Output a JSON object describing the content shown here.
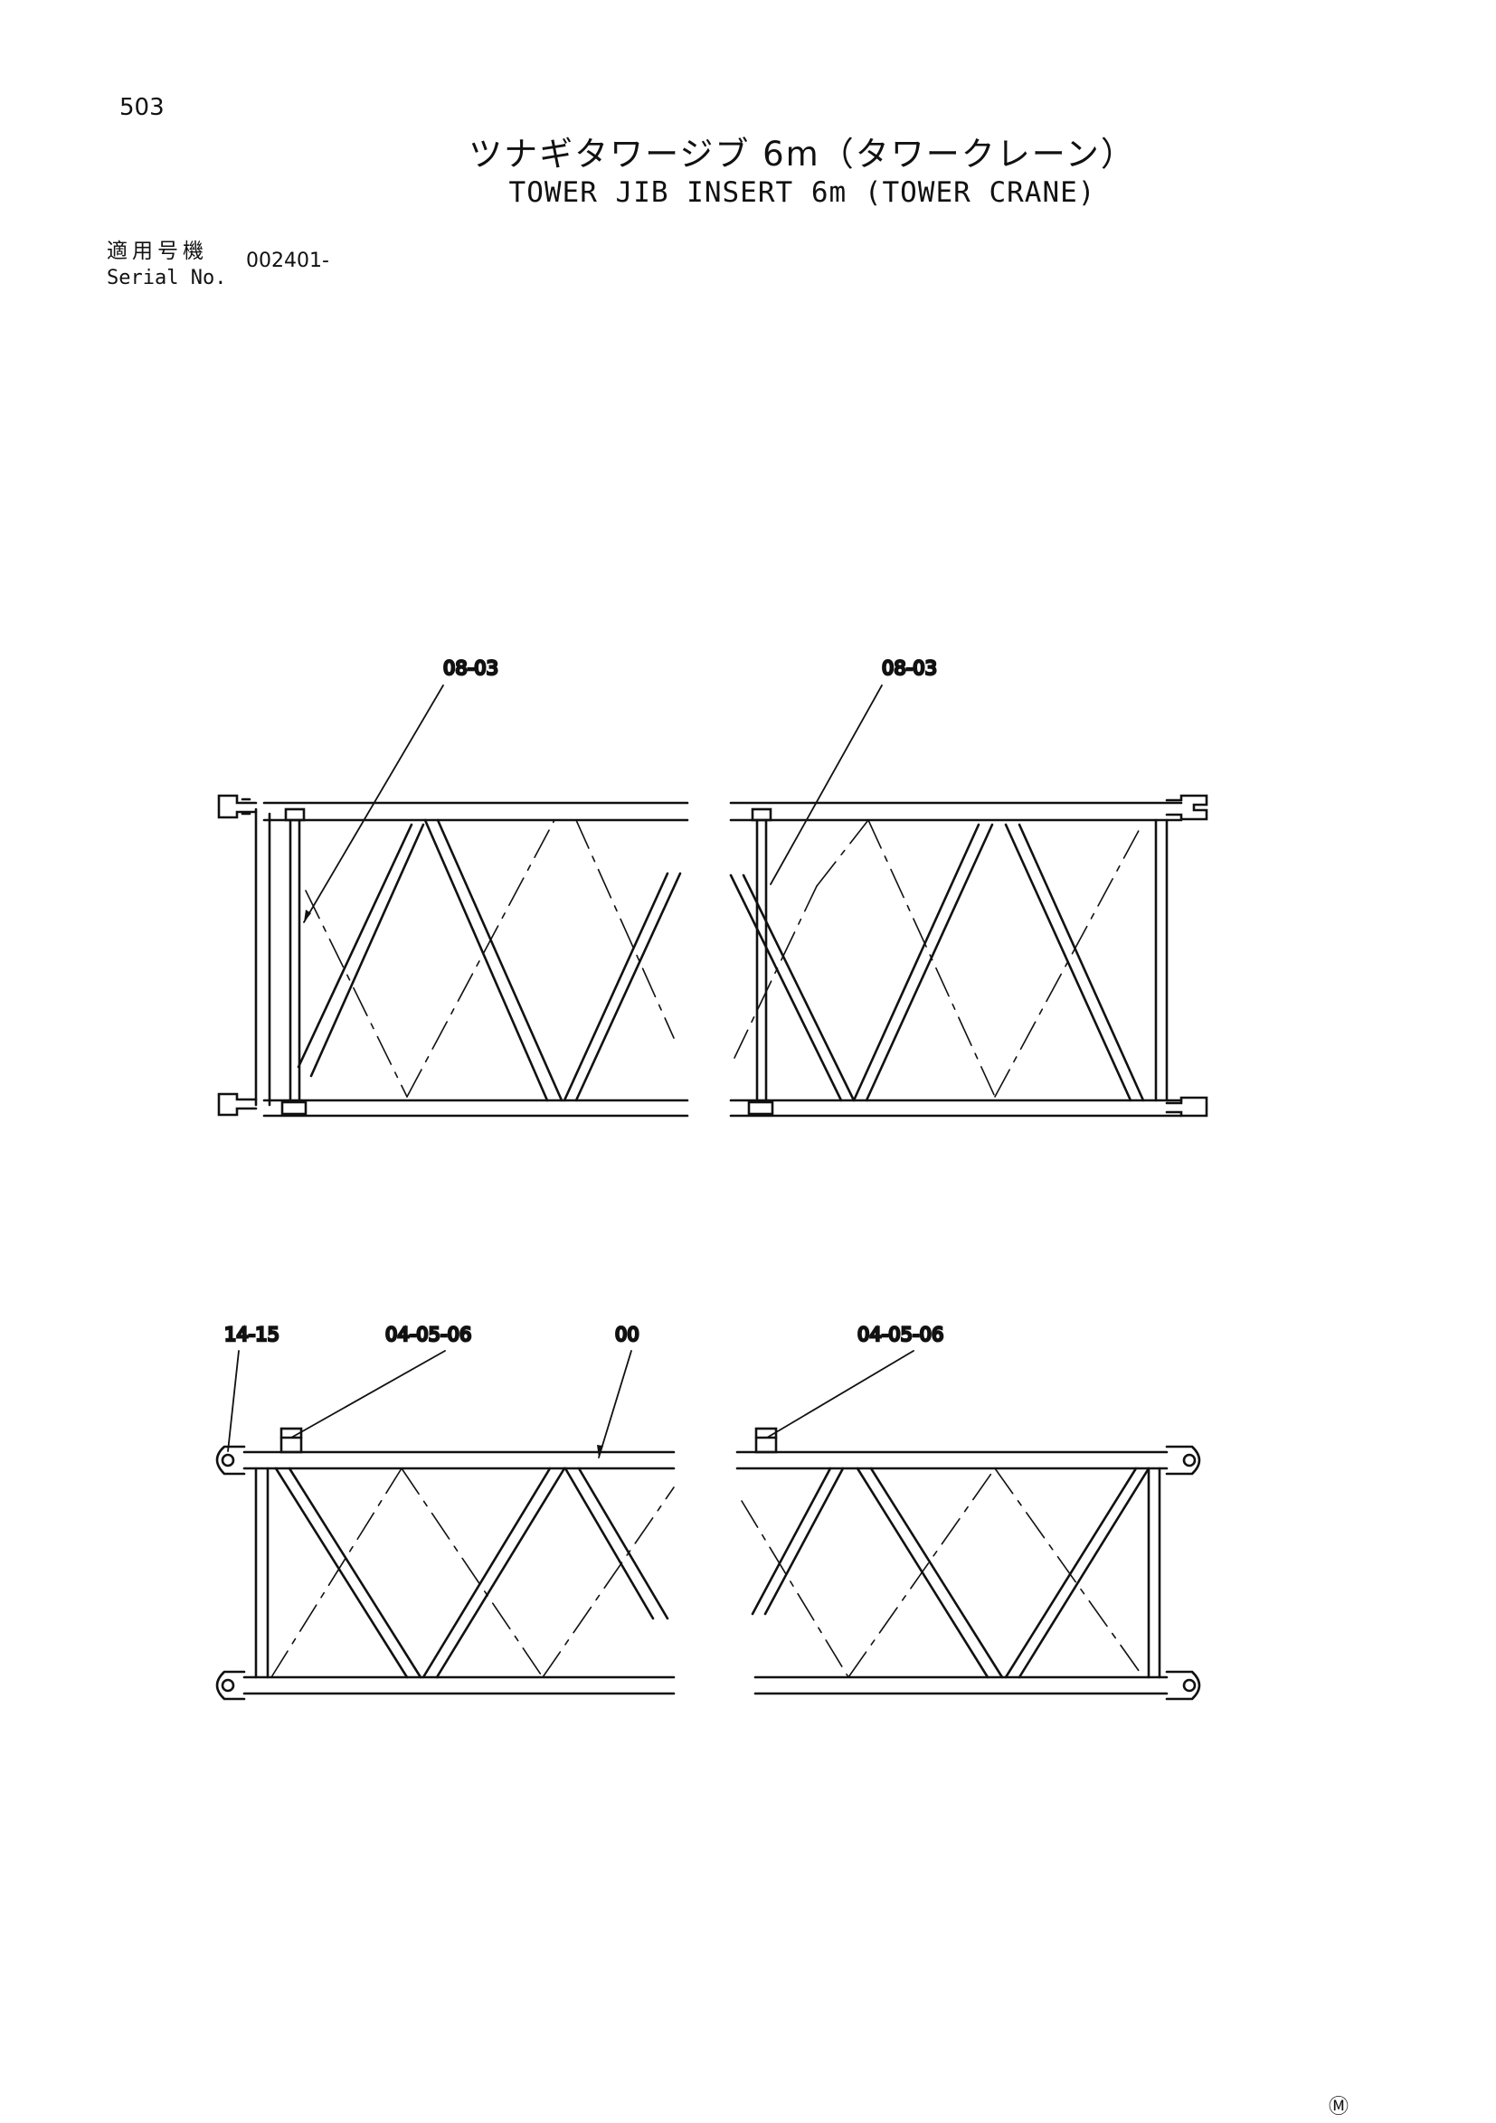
{
  "page": {
    "number": "503",
    "title_jp": "ツナギタワージブ 6m（タワークレーン）",
    "title_en": "TOWER JIB INSERT 6m (TOWER CRANE)"
  },
  "serial": {
    "label_jp": "適用号機",
    "label_en": "Serial No.",
    "value": "002401-"
  },
  "callouts": {
    "top_left": "08-03",
    "top_right": "08-03",
    "bottom_left_pin": "14-15",
    "bottom_left_block": "04-05-06",
    "bottom_left_frame": "00",
    "bottom_right_block": "04-05-06"
  },
  "footer": {
    "mark": "Ⓜ"
  },
  "colors": {
    "line": "#111111",
    "paper": "#ffffff"
  }
}
